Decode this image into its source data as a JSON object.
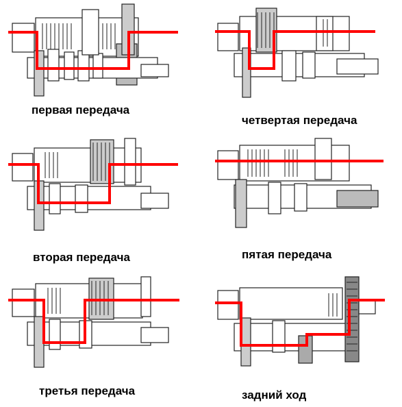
{
  "diagram": {
    "path_color": "#ff0000",
    "drawing_color": "#222222",
    "panels": [
      {
        "caption": "первая передача"
      },
      {
        "caption": "четвертая передача"
      },
      {
        "caption": "вторая передача"
      },
      {
        "caption": "пятая передача"
      },
      {
        "caption": "третья передача"
      },
      {
        "caption": "задний ход"
      }
    ]
  }
}
